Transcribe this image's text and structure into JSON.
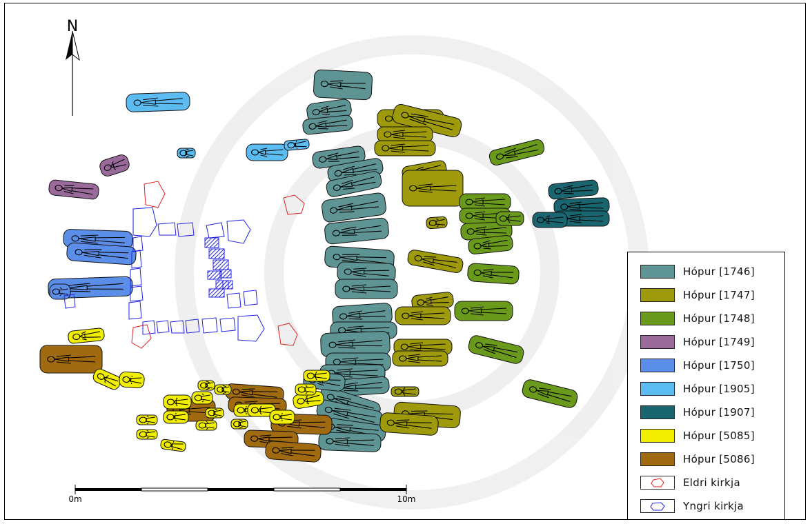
{
  "map": {
    "north_label": "N",
    "scale": {
      "start_label": "0m",
      "end_label": "10m"
    }
  },
  "legend": {
    "items": [
      {
        "label": "Hópur [1746]",
        "color": "#5f9494"
      },
      {
        "label": "Hópur [1747]",
        "color": "#9e9a0c"
      },
      {
        "label": "Hópur [1748]",
        "color": "#6a9a1c"
      },
      {
        "label": "Hópur [1749]",
        "color": "#9a6b9a"
      },
      {
        "label": "Hópur [1750]",
        "color": "#5b8ee8"
      },
      {
        "label": "Hópur [1905]",
        "color": "#5bbcf2"
      },
      {
        "label": "Hópur [1907]",
        "color": "#1a6670"
      },
      {
        "label": "Hópur [5085]",
        "color": "#f2ee00"
      },
      {
        "label": "Hópur [5086]",
        "color": "#a06a10"
      }
    ],
    "outlines": [
      {
        "label": "Eldri kirkja",
        "color": "#e02020"
      },
      {
        "label": "Yngri kirkja",
        "color": "#2020e0"
      }
    ]
  }
}
